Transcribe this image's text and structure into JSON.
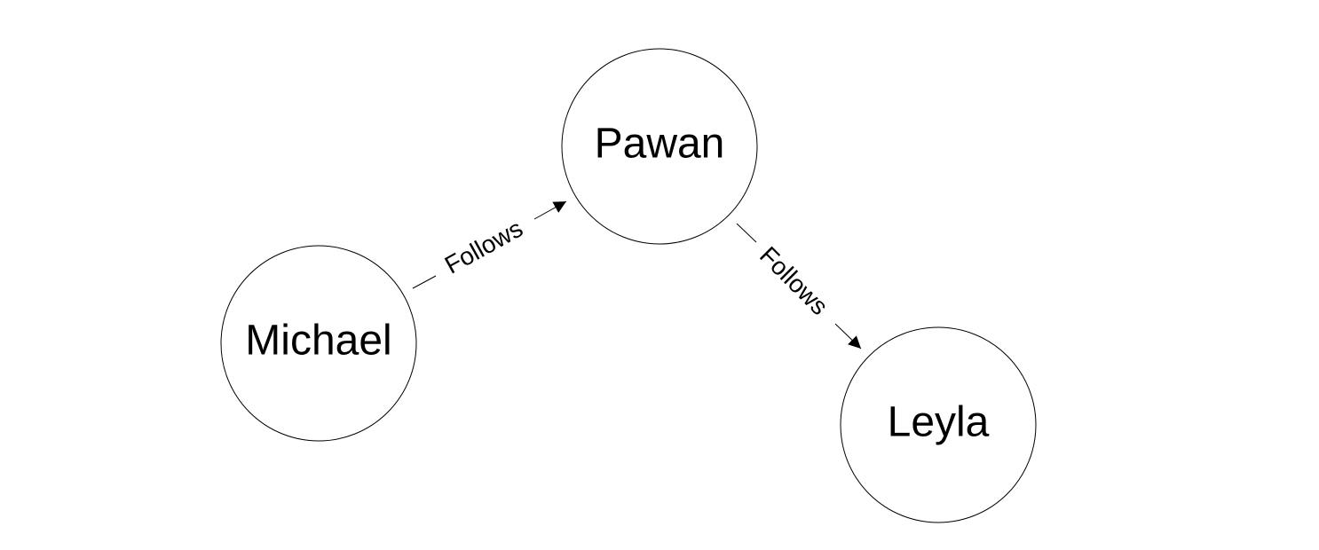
{
  "colors": {
    "stroke": "#000000",
    "background": "#ffffff",
    "text": "#000000"
  },
  "nodes": [
    {
      "id": "michael",
      "label": "Michael"
    },
    {
      "id": "pawan",
      "label": "Pawan"
    },
    {
      "id": "leyla",
      "label": "Leyla"
    }
  ],
  "edges": [
    {
      "id": "michael-pawan",
      "from": "michael",
      "to": "pawan",
      "label": "Follows"
    },
    {
      "id": "pawan-leyla",
      "from": "pawan",
      "to": "leyla",
      "label": "Follows"
    }
  ]
}
